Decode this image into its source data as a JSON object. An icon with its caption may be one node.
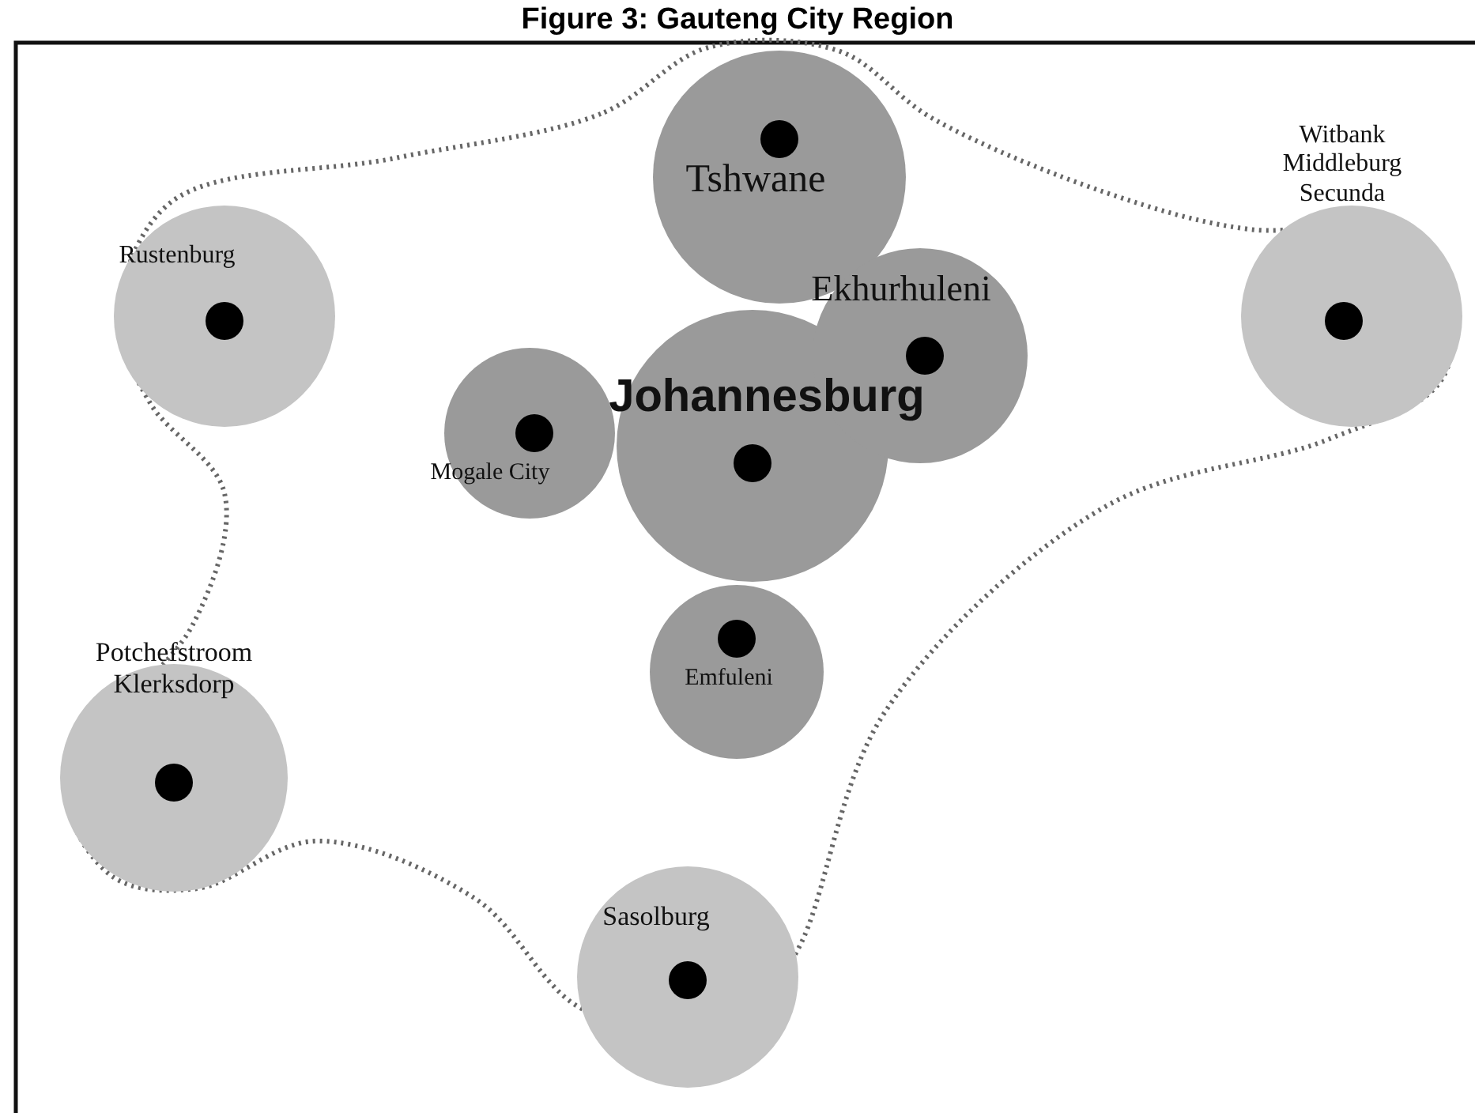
{
  "diagram": {
    "title": "Figure 3: Gauteng City Region",
    "nodes": [
      {
        "text": [
          "Rustenburg"
        ]
      },
      {
        "text": [
          "Tshwane"
        ]
      },
      {
        "text": [
          "Witbank Middleburg Secunda"
        ]
      },
      {
        "text": [
          "Ekhurhuleni"
        ]
      },
      {
        "text": [
          "Johannesburg"
        ]
      },
      {
        "text": [
          "Mogale City"
        ]
      },
      {
        "text": [
          "Potchefstroom Klerksdorp"
        ]
      },
      {
        "text": [
          "Emfuleni"
        ]
      },
      {
        "text": [
          "Sasolburg"
        ]
      }
    ]
  }
}
